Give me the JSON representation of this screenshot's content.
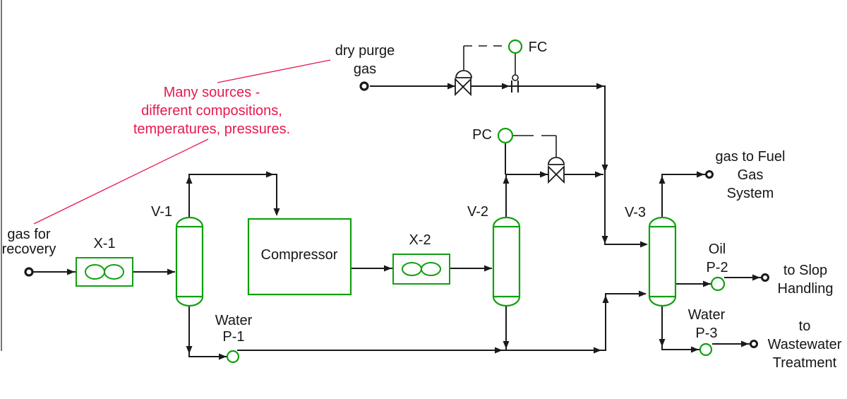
{
  "colors": {
    "equipment_green": "#0FA00F",
    "line_black": "#1A1A1A",
    "annotation_red": "#E8194D"
  },
  "annotation": {
    "lines": [
      "Many sources -",
      "different compositions,",
      "temperatures, pressures."
    ]
  },
  "streams": {
    "dry_purge": [
      "dry purge",
      "gas"
    ],
    "gas_recovery": [
      "gas for",
      "recovery"
    ],
    "fuel_gas": [
      "gas to Fuel",
      "Gas",
      "System"
    ],
    "slop": [
      "to Slop",
      "Handling"
    ],
    "wastewater": [
      "to",
      "Wastewater",
      "Treatment"
    ]
  },
  "equipment": {
    "x1": "X-1",
    "v1": "V-1",
    "compressor": "Compressor",
    "x2": "X-2",
    "v2": "V-2",
    "v3": "V-3"
  },
  "pumps": {
    "p1": [
      "Water",
      "P-1"
    ],
    "p2": [
      "Oil",
      "P-2"
    ],
    "p3": [
      "Water",
      "P-3"
    ]
  },
  "instruments": {
    "fc": "FC",
    "pc": "PC"
  }
}
